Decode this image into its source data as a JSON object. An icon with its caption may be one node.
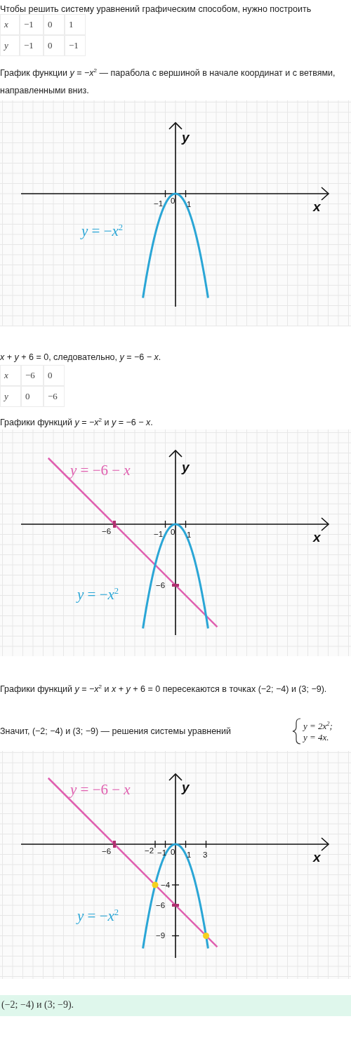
{
  "diagram": {
    "nodes": [
      {
        "text": [
          "(−2; −4) и (3; −9)."
        ]
      }
    ],
    "labels": [
      "Чтобы решить систему уравнений графическим способом, нужно построить",
      "x",
      "−1",
      "0",
      "1",
      "y",
      "−1",
      "0",
      "−1",
      "График функции *y* = −*x*$^{2}$ — парабола с вершиной в начале координат и с ветвями, направленными вниз.",
      "y",
      "x",
      "−1",
      "0",
      "1",
      "*y* = −*x*$^{2}$",
      "*x* + *y* + 6 = 0, следовательно, *y* = −6 − *x*.",
      "x",
      "−6",
      "0",
      "y",
      "0",
      "−6",
      "Графики функций *y* = −*x*$^{2}$ и *y* = −6 − *x*.",
      "*y* = −6 − *x*",
      "y",
      "−6",
      "−1",
      "0",
      "1",
      "x",
      "−6",
      "*y* = −*x*$^{2}$",
      "Графики функций *y* = −*x*$^{2}$ и *x* + *y* + 6 = 0 пересекаются в точках (−2; −4) и (3; −9).",
      "Значит, (−2; −4) и (3; −9) — решения системы уравнений",
      "y = 2x$^{2}$;",
      "y = 4x.",
      "*y* = −6 − *x*",
      "y",
      "−6",
      "−2",
      "−1",
      "0",
      "1",
      "3",
      "x",
      "−4",
      "−6",
      "−9",
      "*y* = −*x*$^{2}$"
    ]
  }
}
